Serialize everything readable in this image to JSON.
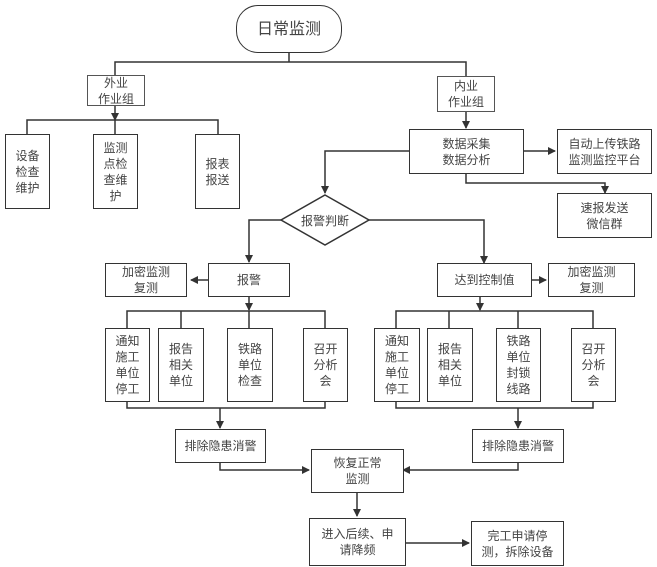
{
  "title": "日常监测",
  "outer_group": {
    "label": "外业\n作业组",
    "tasks": [
      "设备\n检查\n维护",
      "监测\n点检\n查维\n护",
      "报表\n报送"
    ]
  },
  "inner_group": {
    "label": "内业\n作业组",
    "data_step": "数据采集\n数据分析",
    "upload": "自动上传铁路\n监测监控平台",
    "wechat": "速报发送\n微信群"
  },
  "decision": "报警判断",
  "alarm_branch": {
    "label": "报警",
    "recheck": "加密监测\n复测",
    "actions": [
      "通知\n施工\n单位\n停工",
      "报告\n相关\n单位",
      "铁路\n单位\n检查",
      "召开\n分析\n会"
    ],
    "clear": "排除隐患消警"
  },
  "control_branch": {
    "label": "达到控制值",
    "recheck": "加密监测\n复测",
    "actions": [
      "通知\n施工\n单位\n停工",
      "报告\n相关\n单位",
      "铁路\n单位\n封锁\n线路",
      "召开\n分析\n会"
    ],
    "clear": "排除隐患消警"
  },
  "resume": "恢复正常\n监测",
  "followup": "进入后续、申\n请降频",
  "finish": "完工申请停\n测，拆除设备",
  "colors": {
    "line": "#333333",
    "text": "#444444",
    "background": "#ffffff"
  }
}
